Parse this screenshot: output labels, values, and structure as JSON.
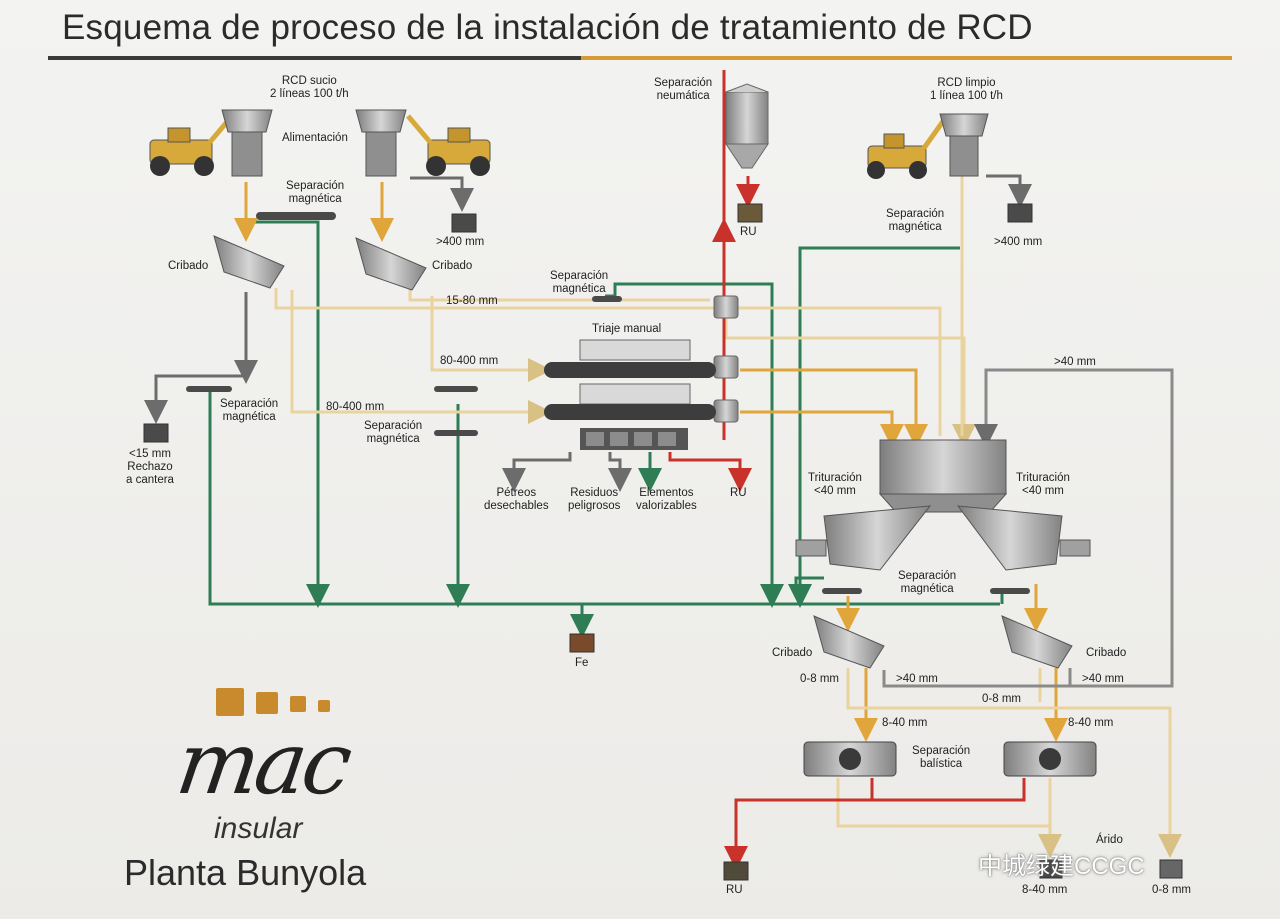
{
  "title": "Esquema de proceso de la instalación de tratamiento de RCD",
  "labels": {
    "rcd_sucio_1": "RCD sucio",
    "rcd_sucio_2": "2 líneas 100 t/h",
    "alimentacion": "Alimentación",
    "sep_mag_top_1": "Separación",
    "sep_mag_top_2": "magnética",
    "over400_left": ">400 mm",
    "cribado_left": "Cribado",
    "cribado_mid": "Cribado",
    "sep_neum_1": "Separación",
    "sep_neum_2": "neumática",
    "ru_top": "RU",
    "rcd_limpio_1": "RCD limpio",
    "rcd_limpio_2": "1 línea 100 t/h",
    "sep_mag_right_1": "Separación",
    "sep_mag_right_2": "magnética",
    "over400_right": ">400 mm",
    "sep_mag_center_1": "Separación",
    "sep_mag_center_2": "magnética",
    "r15_80": "15-80 mm",
    "triaje": "Triaje manual",
    "r80_400_a": "80-400 mm",
    "r80_400_b": "80-400 mm",
    "over40_top": ">40 mm",
    "sep_mag_left_1": "Separación",
    "sep_mag_left_2": "magnética",
    "sep_mag_mid_1": "Separación",
    "sep_mag_mid_2": "magnética",
    "under15_1": "<15 mm",
    "under15_2": "Rechazo",
    "under15_3": "a cantera",
    "petreos_1": "Pétreos",
    "petreos_2": "desechables",
    "residuos_1": "Residuos",
    "residuos_2": "peligrosos",
    "elementos_1": "Elementos",
    "elementos_2": "valorizables",
    "ru_mid": "RU",
    "tritu_left_1": "Trituración",
    "tritu_left_2": "<40 mm",
    "tritu_right_1": "Trituración",
    "tritu_right_2": "<40 mm",
    "sep_mag_low_1": "Separación",
    "sep_mag_low_2": "magnética",
    "fe": "Fe",
    "cribado_low_left": "Cribado",
    "cribado_low_right": "Cribado",
    "r0_8_a": "0-8 mm",
    "over40_a": ">40 mm",
    "r0_8_b": "0-8 mm",
    "over40_b": ">40 mm",
    "r8_40_a": "8-40 mm",
    "r8_40_b": "8-40 mm",
    "sep_bal_1": "Separación",
    "sep_bal_2": "balística",
    "arido": "Árido",
    "ru_bottom": "RU",
    "out_8_40": "8-40 mm",
    "out_0_8": "0-8 mm"
  },
  "logo": {
    "brand": "mac",
    "sub": "insular",
    "plant": "Planta Bunyola"
  },
  "watermark": "中城绿建CCGC",
  "colors": {
    "gold": "#e0a63b",
    "tan": "#e9d4a0",
    "green": "#2f7d55",
    "red": "#c9322b",
    "grey": "#6c6c6c",
    "machine": "#9a9a9a"
  }
}
